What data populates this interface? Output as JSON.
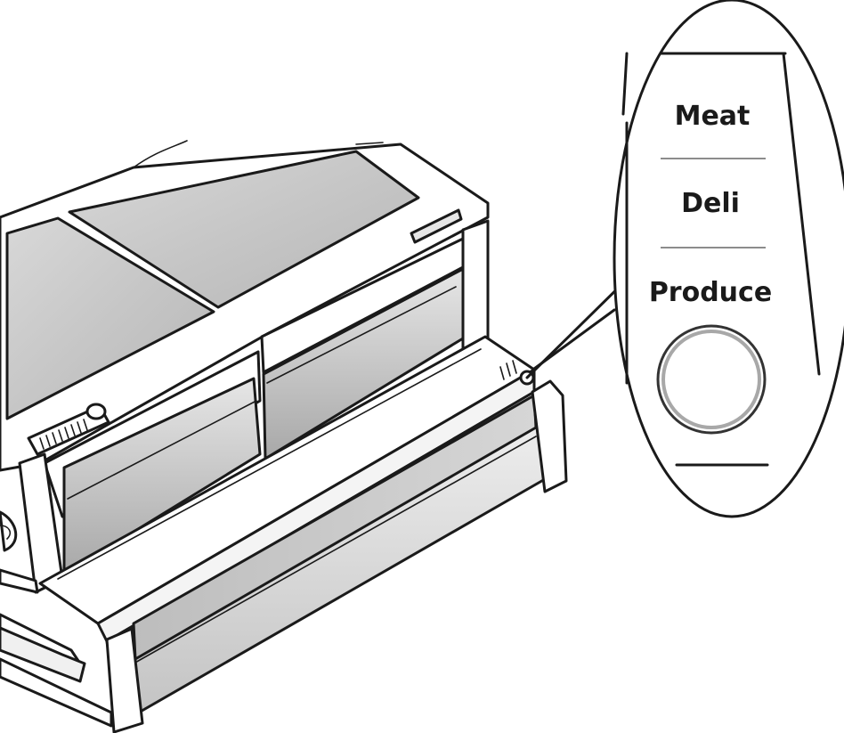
{
  "figure": {
    "callout_labels": [
      "Meat",
      "Deli",
      "Produce"
    ],
    "colors": {
      "outline": "#1a1a1a",
      "surface_light": "#ffffff",
      "surface_grey": "#d9d9d9",
      "surface_dark": "#9e9e9e",
      "divider": "#8c8c8c"
    },
    "icons": [
      "selector-button-icon",
      "slider-control-icon"
    ]
  }
}
